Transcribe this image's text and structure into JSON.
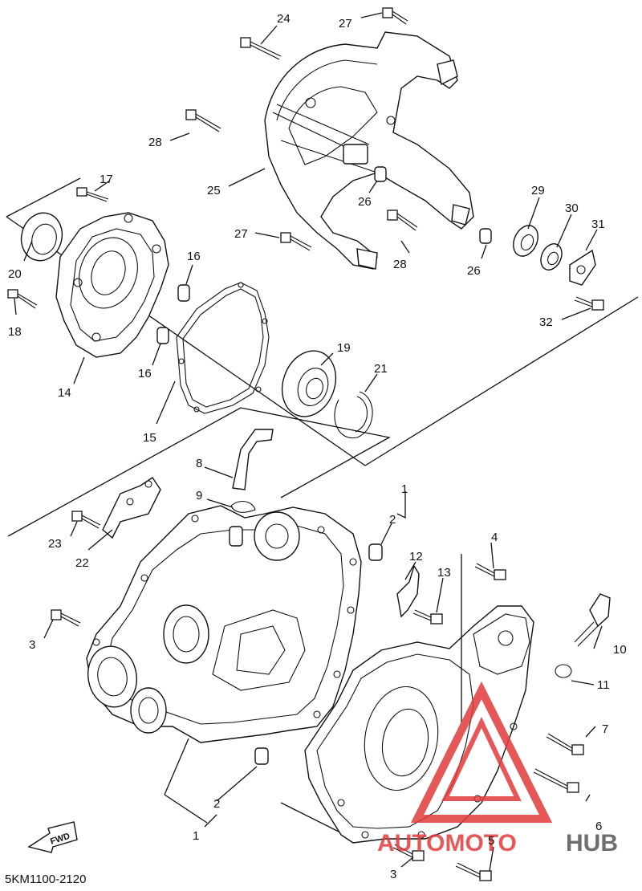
{
  "diagram_code": "5KM1100-2120",
  "fwd_label": "FWD",
  "watermark": {
    "text_left": "AUTOMOTO",
    "text_right": "HUB",
    "color_red": "#e23b3b",
    "color_gray": "#555555"
  },
  "callouts": {
    "c1a": "1",
    "c1b": "1",
    "c2a": "2",
    "c2b": "2",
    "c3a": "3",
    "c3b": "3",
    "c4": "4",
    "c5": "5",
    "c6": "6",
    "c7": "7",
    "c8": "8",
    "c9": "9",
    "c10": "10",
    "c11": "11",
    "c12": "12",
    "c13": "13",
    "c14": "14",
    "c15": "15",
    "c16a": "16",
    "c16b": "16",
    "c17": "17",
    "c18": "18",
    "c19": "19",
    "c20": "20",
    "c21": "21",
    "c22": "22",
    "c23": "23",
    "c24": "24",
    "c25": "25",
    "c26a": "26",
    "c26b": "26",
    "c27a": "27",
    "c27b": "27",
    "c28a": "28",
    "c28b": "28",
    "c29": "29",
    "c30": "30",
    "c31": "31",
    "c32": "32"
  }
}
